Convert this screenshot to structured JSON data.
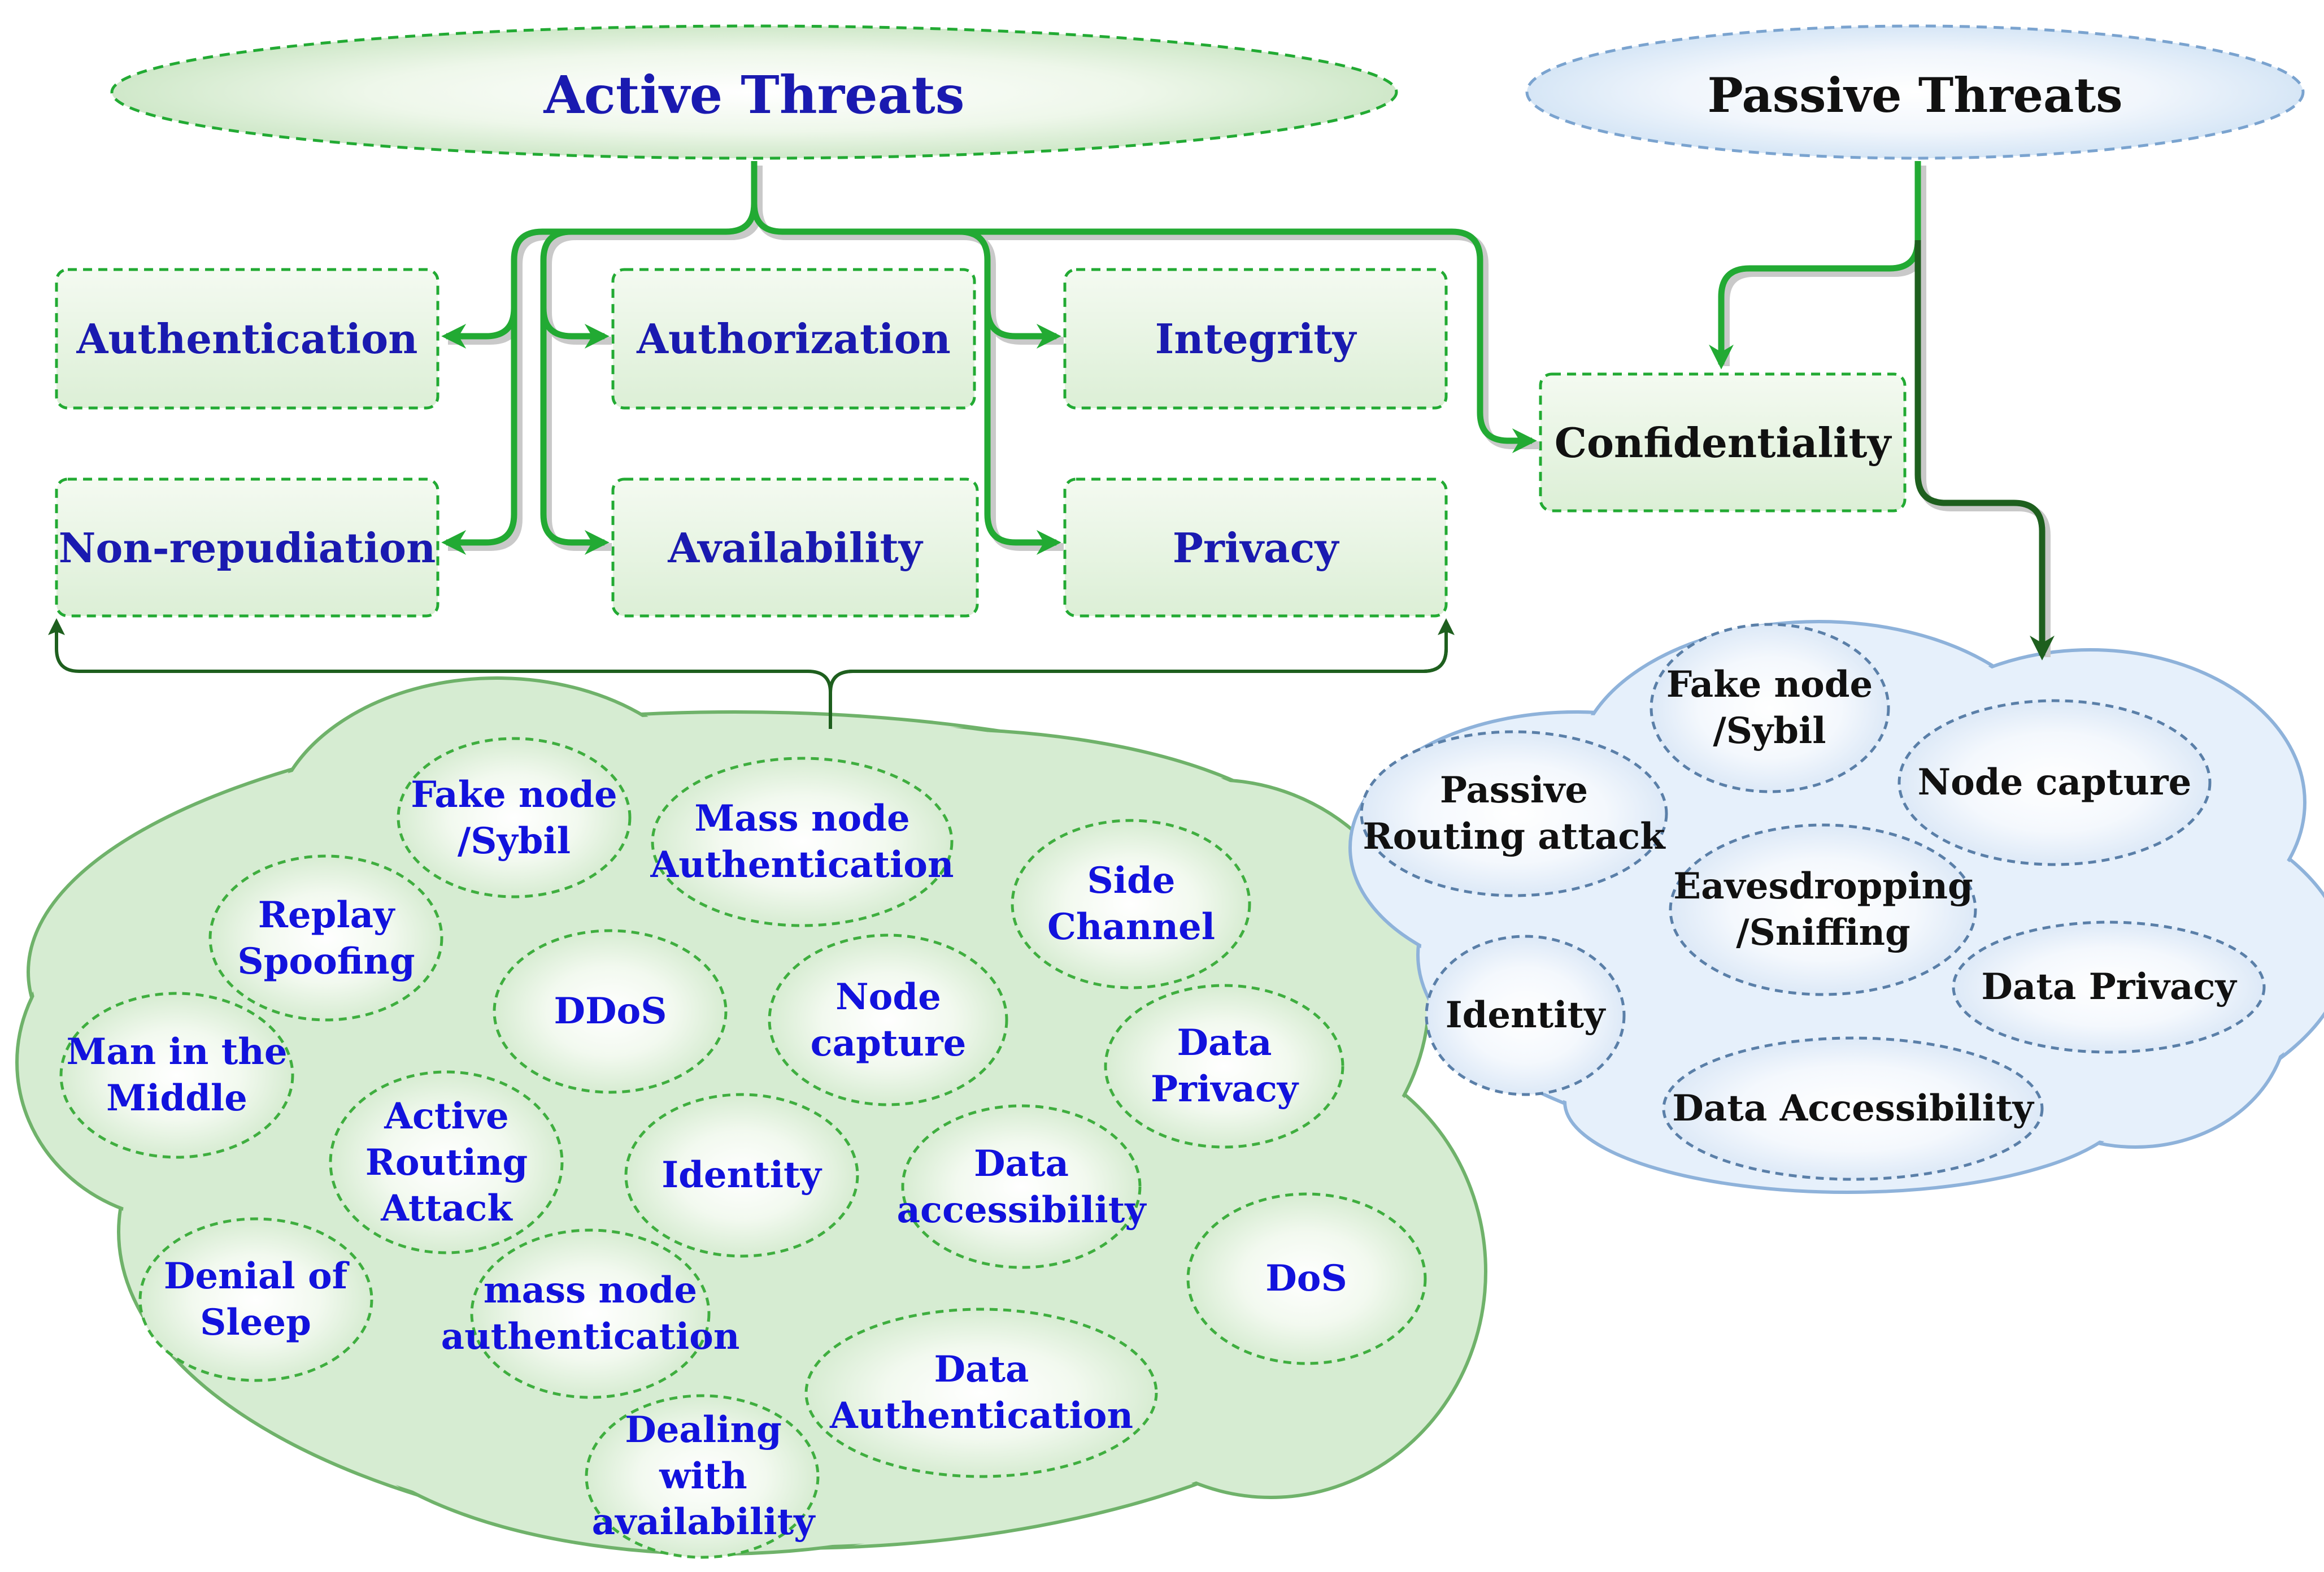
{
  "colors": {
    "active_accent": "#22aa33",
    "active_fill": "#d6ecd2",
    "passive_accent": "#1e5f1e",
    "passive_fill": "#e6f0fb",
    "active_text": "#1a1ab0",
    "passive_text": "#111111"
  },
  "active": {
    "title": "Active Threats",
    "categories": {
      "authentication": "Authentication",
      "authorization": "Authorization",
      "integrity": "Integrity",
      "non_repudiation": "Non-repudiation",
      "availability": "Availability",
      "privacy": "Privacy"
    },
    "attacks": {
      "fake_node": "Fake node\n/Sybil",
      "mass_node_auth": "Mass node\nAuthentication",
      "side_channel": "Side\nChannel",
      "replay": "Replay\nSpoofing",
      "ddos": "DDoS",
      "node_capture": "Node\ncapture",
      "data_privacy": "Data\nPrivacy",
      "mitm": "Man in the\nMiddle",
      "active_routing": "Active\nRouting\nAttack",
      "identity": "Identity",
      "data_accessibility": "Data\naccessibility",
      "denial_sleep": "Denial of\nSleep",
      "mass_node_auth_lower": "mass node\nauthentication",
      "dos": "DoS",
      "data_authentication": "Data\nAuthentication",
      "dealing_availability": "Dealing with\navailability"
    }
  },
  "passive": {
    "title": "Passive Threats",
    "categories": {
      "confidentiality": "Confidentiality"
    },
    "attacks": {
      "fake_node": "Fake node\n/Sybil",
      "passive_routing": "Passive\nRouting attack",
      "node_capture": "Node capture",
      "eavesdropping": "Eavesdropping\n/Sniffing",
      "identity": "Identity",
      "data_privacy": "Data Privacy",
      "data_accessibility": "Data Accessibility"
    }
  }
}
